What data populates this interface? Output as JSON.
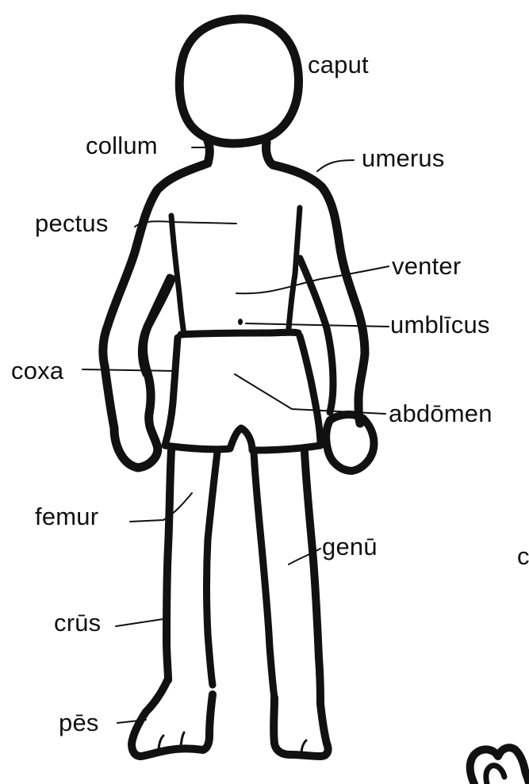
{
  "colors": {
    "background": "#ffffff",
    "ink": "#111111"
  },
  "labels": {
    "caput": "caput",
    "collum": "collum",
    "umerus": "umerus",
    "pectus": "pectus",
    "venter": "venter",
    "umblicus": "umblīcus",
    "coxa": "coxa",
    "abdomen": "abdōmen",
    "femur": "femur",
    "genu": "genū",
    "crus": "crūs",
    "pes": "pēs",
    "cut_off_fragment": "c"
  }
}
